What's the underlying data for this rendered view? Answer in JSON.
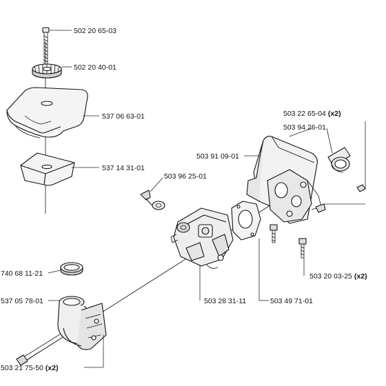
{
  "diagram": {
    "callouts": [
      {
        "id": "screw-top",
        "number": "502 20 65-03",
        "qty": ""
      },
      {
        "id": "knob",
        "number": "502 20 40-01",
        "qty": ""
      },
      {
        "id": "air-filter-cover",
        "number": "537 06 63-01",
        "qty": ""
      },
      {
        "id": "air-filter",
        "number": "537 14 31-01",
        "qty": ""
      },
      {
        "id": "carb-clip",
        "number": "503 96 25-01",
        "qty": ""
      },
      {
        "id": "housing",
        "number": "503 91 09-01",
        "qty": ""
      },
      {
        "id": "housing-nut",
        "number": "503 22 65-04",
        "qty": "(x2)"
      },
      {
        "id": "grommet",
        "number": "503 94 26-01",
        "qty": ""
      },
      {
        "id": "o-ring",
        "number": "740 68 11-21",
        "qty": ""
      },
      {
        "id": "intake-elbow",
        "number": "537 05 78-01",
        "qty": ""
      },
      {
        "id": "carburetor",
        "number": "503 28 31-11",
        "qty": ""
      },
      {
        "id": "gasket",
        "number": "503 49 71-01",
        "qty": ""
      },
      {
        "id": "housing-screw",
        "number": "503 20 03-25",
        "qty": "(x2)"
      },
      {
        "id": "long-screw",
        "number": "503 21 75-50",
        "qty": "(x2)"
      }
    ]
  }
}
